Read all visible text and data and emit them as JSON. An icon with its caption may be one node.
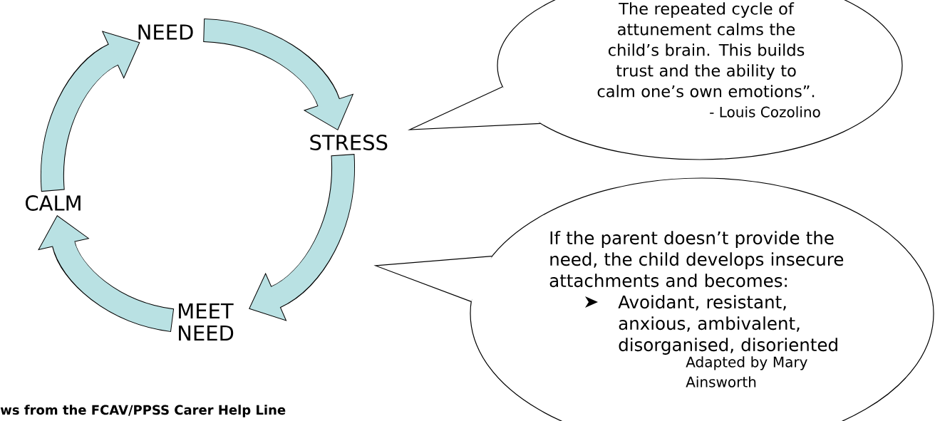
{
  "diagram": {
    "nodes": [
      {
        "text": [
          "NEED"
        ]
      },
      {
        "text": [
          "STRESS"
        ]
      },
      {
        "text": [
          "MEET NEED"
        ]
      },
      {
        "text": [
          "CALM"
        ]
      },
      {
        "text": [
          "The repeated cycle of attunement calms the child’s brain.  This builds trust and the ability to calm one’s own emotions”.",
          "- Louis Cozolino"
        ]
      },
      {
        "text": [
          "If the parent doesn’t provide the need, the child develops insecure attachments and becomes:",
          "Avoidant, resistant, anxious, ambivalent, disorganised, disoriented",
          "Adapted by Mary Ainsworth"
        ]
      }
    ],
    "edges": [
      {
        "from": 0,
        "to": 1,
        "arrow": "to"
      },
      {
        "from": 1,
        "to": 2,
        "arrow": "to"
      },
      {
        "from": 2,
        "to": 3,
        "arrow": "to"
      },
      {
        "from": 3,
        "to": 0,
        "arrow": "to"
      }
    ],
    "labels": [
      "ws from the FCAV/PPSS Carer Help Line"
    ]
  }
}
